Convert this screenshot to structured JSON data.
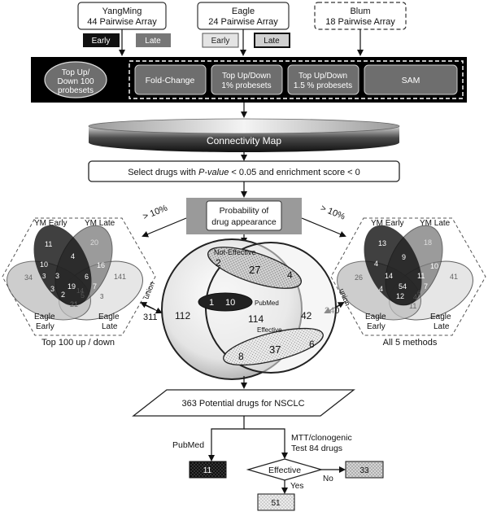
{
  "arrays": {
    "yangming": {
      "line1": "YangMing",
      "line2": "44 Pairwise Array"
    },
    "eagle": {
      "line1": "Eagle",
      "line2": "24 Pairwise Array"
    },
    "blum": {
      "line1": "Blum",
      "line2": "18 Pairwise Array"
    }
  },
  "tags": {
    "ym_early": "Early",
    "ym_late": "Late",
    "eagle_early": "Early",
    "eagle_late": "Late"
  },
  "methods": {
    "top100_l1": "Top Up/",
    "top100_l2": "Down 100",
    "top100_l3": "probesets",
    "fold_change": "Fold-Change",
    "top1_l1": "Top Up/Down",
    "top1_l2": "1% probesets",
    "top15_l1": "Top Up/Down",
    "top15_l2": "1.5 % probesets",
    "sam": "SAM"
  },
  "cmap": "Connectivity Map",
  "select": {
    "pre": "Select drugs with ",
    "pval": "P-value",
    "post": " < 0.05 and enrichment score < 0"
  },
  "probability": {
    "line1": "Probability of",
    "line2": "drug appearance"
  },
  "pct_left": "> 10%",
  "pct_right": "> 10%",
  "venn_left": {
    "ym_early": "YM Early",
    "ym_late": "YM Late",
    "eagle_early_1": "Eagle",
    "eagle_early_2": "Early",
    "eagle_late_1": "Eagle",
    "eagle_late_2": "Late",
    "n11": "11",
    "n20": "20",
    "n10": "10",
    "n4": "4",
    "n16": "16",
    "n34": "34",
    "n141": "141",
    "n3a": "3",
    "n7": "7",
    "n3b": "3",
    "n19": "19",
    "n2": "2",
    "n6": "6",
    "n5": "5",
    "n14": "14",
    "n21": "21",
    "n3c": "3",
    "n3d": "3",
    "union": "union",
    "total": "311",
    "caption": "Top 100 up / down"
  },
  "venn_right": {
    "ym_early": "YM Early",
    "ym_late": "YM Late",
    "eagle_early_1": "Eagle",
    "eagle_early_2": "Early",
    "eagle_late_1": "Eagle",
    "eagle_late_2": "Late",
    "n13": "13",
    "n18": "18",
    "n9": "9",
    "n4a": "4",
    "n10": "10",
    "n14": "14",
    "n11a": "11",
    "n26": "26",
    "n41": "41",
    "n4b": "4",
    "n54": "54",
    "n7": "7",
    "n12": "12",
    "n4c": "4",
    "n6": "6",
    "n11b": "11",
    "union": "union",
    "total": "240",
    "caption": "All 5 methods"
  },
  "center_venn": {
    "not_effective": "Not-Effective",
    "pubmed": "PubMed",
    "effective": "Effective",
    "n2": "2",
    "n27": "27",
    "n4": "4",
    "n1": "1",
    "n10": "10",
    "n112": "112",
    "n114": "114",
    "n42": "42",
    "n8": "8",
    "n37": "37",
    "n6": "6"
  },
  "potential": "363 Potential drugs for NSCLC",
  "pubmed_label": "PubMed",
  "mtt_l1": "MTT/clonogenic",
  "mtt_l2": "Test 84 drugs",
  "effective": "Effective",
  "no": "No",
  "yes": "Yes",
  "out_11": "11",
  "out_33": "33",
  "out_51": "51"
}
